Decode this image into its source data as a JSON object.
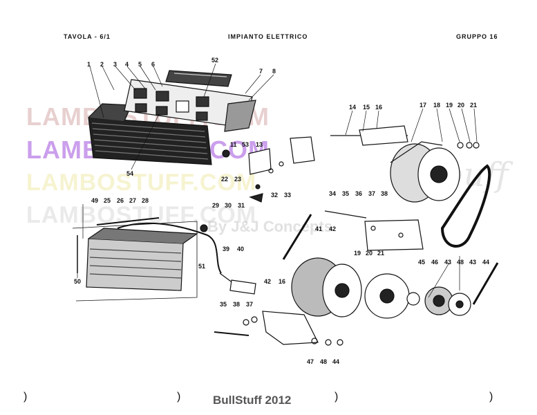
{
  "header": {
    "tavola": "TAVOLA - 6/1",
    "title": "IMPIANTO  ELETTRICO",
    "gruppo": "GRUPPO  16"
  },
  "watermarks": {
    "line1": "LAMBOSTUFF.COM",
    "line2": "LAMBOSTUFF.COM",
    "line3": "LAMBOSTUFF.COM",
    "line4": "LAMBOSTUFF.COM",
    "credit": "By J&J Concepts",
    "script": "buff"
  },
  "callouts": {
    "c1": "1",
    "c2": "2",
    "c3": "3",
    "c4": "4",
    "c5": "5",
    "c6": "6",
    "c7": "7",
    "c8": "8",
    "c52": "52",
    "c11": "11",
    "c53": "53",
    "c13": "13",
    "c54": "54",
    "c22": "22",
    "c23": "23",
    "c32": "32",
    "c33": "33",
    "c30": "30",
    "c31": "31",
    "c29": "29",
    "c14": "14",
    "c15": "15",
    "c16": "16",
    "c17": "17",
    "c18": "18",
    "c19": "19",
    "c20": "20",
    "c21": "21",
    "c34": "34",
    "c35": "35",
    "c36": "36",
    "c37": "37",
    "c38": "38",
    "c41": "41",
    "c42": "42",
    "c19b": "19",
    "c20b": "20",
    "c21b": "21",
    "c45": "45",
    "c46": "46",
    "c43": "43",
    "c48": "48",
    "c43b": "43",
    "c44": "44",
    "c49": "49",
    "c25": "25",
    "c26": "26",
    "c27": "27",
    "c28": "28",
    "c50": "50",
    "c51": "51",
    "c39": "39",
    "c40": "40",
    "c42b": "42",
    "c16b": "16",
    "c35b": "35",
    "c38b": "38",
    "c37b": "37",
    "c47": "47",
    "c48b": "48",
    "c44b": "44"
  },
  "footer": {
    "credit": "BullStuff 2012",
    "marks": [
      ")",
      ")",
      ")",
      ")"
    ]
  }
}
